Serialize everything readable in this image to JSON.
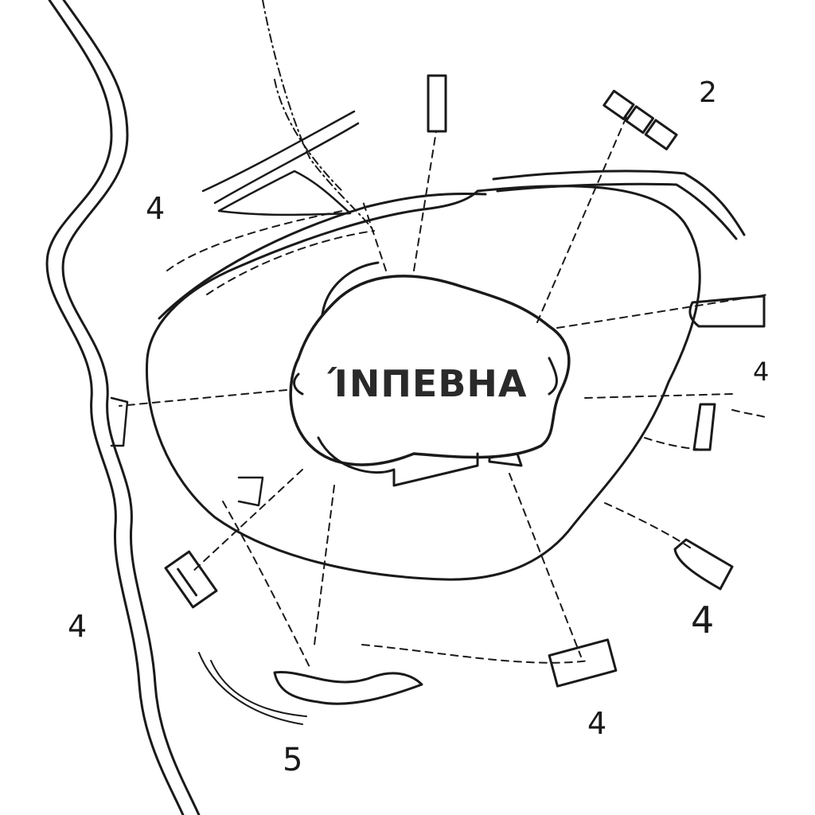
{
  "diagram": {
    "center_label": "ΊΝΠΕΒΗΑ",
    "labels": [
      {
        "id": "2",
        "text": "2"
      },
      {
        "id": "4a",
        "text": "4"
      },
      {
        "id": "4b",
        "text": "4"
      },
      {
        "id": "4c",
        "text": "4"
      },
      {
        "id": "4d",
        "text": "4"
      },
      {
        "id": "4e",
        "text": "4"
      },
      {
        "id": "5",
        "text": "5"
      }
    ],
    "colors": {
      "ink": "#1a1a1a",
      "paper": "#ffffff"
    }
  }
}
